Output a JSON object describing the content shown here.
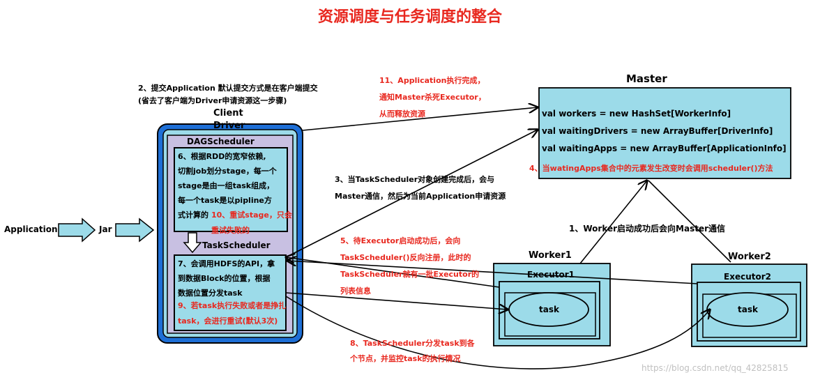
{
  "title": "资源调度与任务调度的整合",
  "left": {
    "application": "Application",
    "jar": "Jar"
  },
  "step2": [
    "2、提交Application 默认提交方式是在客户端提交",
    "(省去了客户端为Driver申请资源这一步骤)"
  ],
  "client": {
    "title": "Client",
    "driver": "Driver",
    "dag": "DAGScheduler",
    "step6": [
      "6、根据RDD的宽窄依赖,",
      "切割job划分stage，每一个",
      "stage是由一组task组成，",
      "每一个task是以pipline方",
      "式计算的"
    ],
    "step10": [
      "10、重试stage，只会",
      "重试失败的"
    ],
    "task_scheduler": "TaskScheduler",
    "step7": [
      "7、会调用HDFS的API，拿",
      "到数据Block的位置，根据",
      "数据位置分发task"
    ],
    "step9": [
      "9、若task执行失败或者是挣扎",
      "task，会进行重试(默认3次)"
    ]
  },
  "master": {
    "title": "Master",
    "lines": [
      "val workers = new HashSet[WorkerInfo]",
      "val waitingDrivers = new ArrayBuffer[DriverInfo]",
      "val waitingApps = new ArrayBuffer[ApplicationInfo]"
    ],
    "step4": "4、当watingApps集合中的元素发生改变时会调用scheduler()方法"
  },
  "step11": [
    "11、Application执行完成，",
    "通知Master杀死Executor，",
    "从而释放资源"
  ],
  "step3": [
    "3、当TaskScheduler对象创建完成后，会与",
    "Master通信，然后为当前Application申请资源"
  ],
  "step1": "1、Worker启动成功后会向Master通信",
  "step5": [
    "5、待Executor启动成功后，会向",
    "TaskScheduler()反向注册，此时的",
    "TaskScheduler就有一批Executor的",
    "列表信息"
  ],
  "step8": [
    "8、TaskScheduler分发task到各",
    "个节点，并监控task的执行情况"
  ],
  "worker1": {
    "title": "Worker1",
    "executor": "Executor1",
    "task": "task"
  },
  "worker2": {
    "title": "Worker2",
    "executor": "Executor2",
    "task": "task"
  },
  "watermark": "https://blog.csdn.net/qq_42825815",
  "colors": {
    "title_red": "#e8281f",
    "annotation_red": "#e8281f",
    "light_blue": "#9cdbe9",
    "dark_blue": "#1e6fd6",
    "lavender": "#c8c0e2",
    "arrow_fill": "#9cdbe9"
  }
}
